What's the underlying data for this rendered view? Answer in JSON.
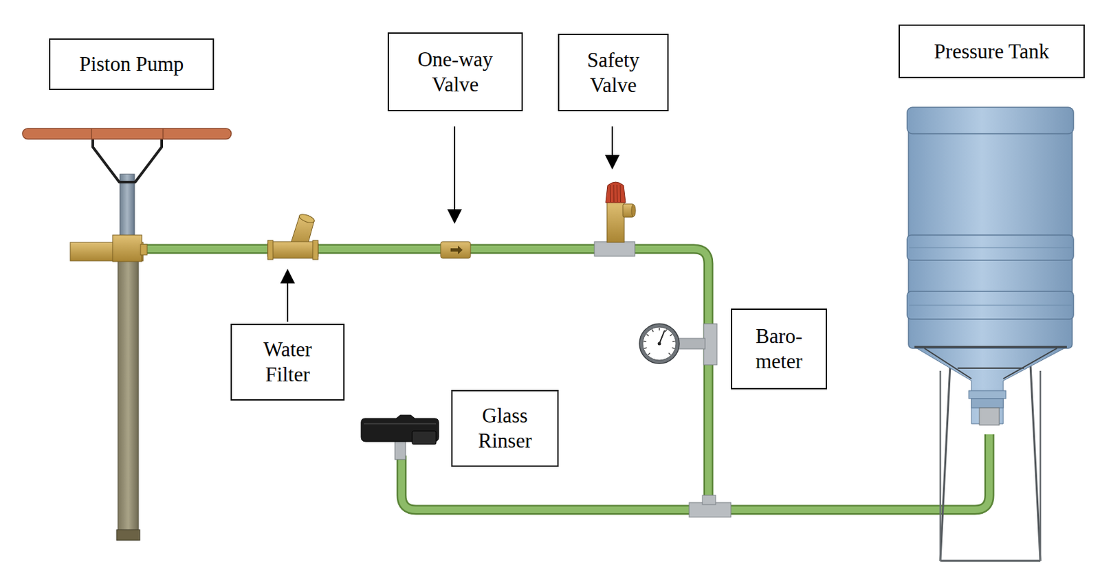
{
  "diagram": {
    "nodes": [
      {
        "text": [
          "Piston Pump"
        ]
      },
      {
        "text": [
          "One-way Valve"
        ]
      },
      {
        "text": [
          "Safety Valve"
        ]
      },
      {
        "text": [
          "Pressure Tank"
        ]
      },
      {
        "text": [
          "Baro- meter"
        ]
      },
      {
        "text": [
          "Water Filter"
        ]
      },
      {
        "text": [
          "Glass Rinser"
        ]
      }
    ]
  }
}
